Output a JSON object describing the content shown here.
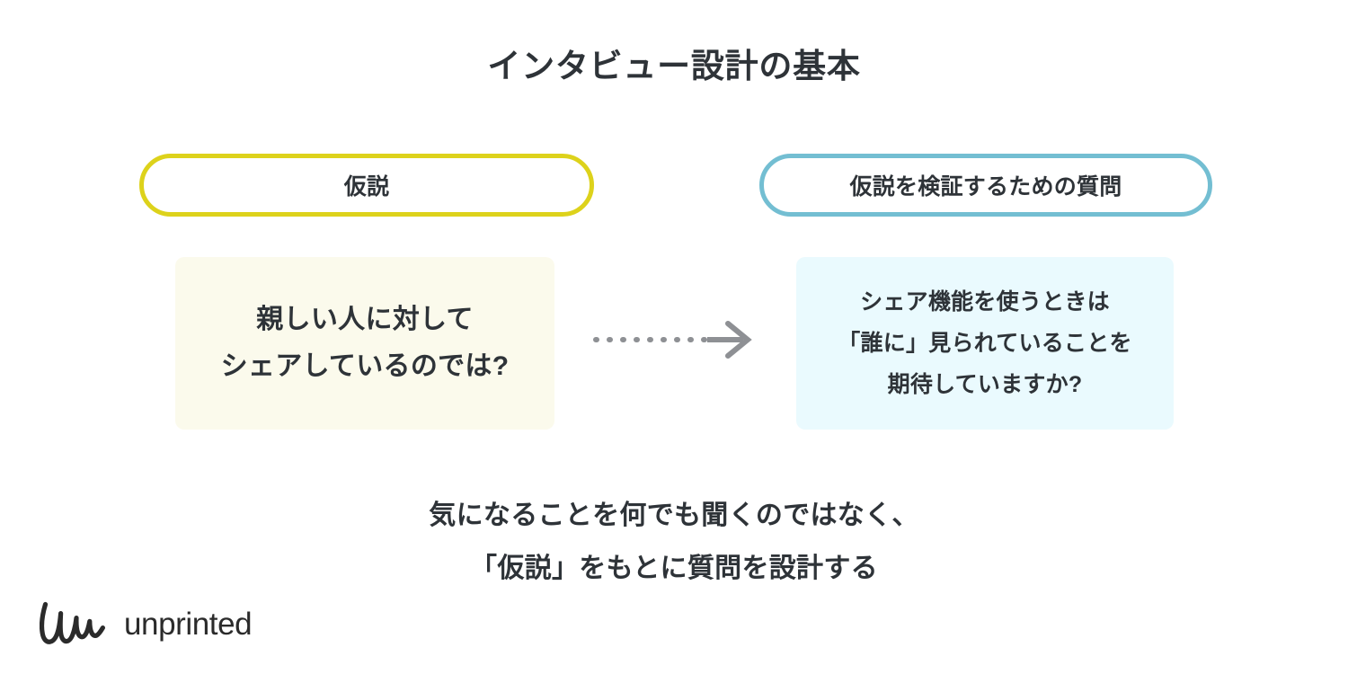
{
  "page": {
    "background": "#ffffff",
    "title": "インタビュー設計の基本"
  },
  "colors": {
    "hypothesis_border": "#ddd21b",
    "hypothesis_fill": "#fbfaec",
    "question_border": "#73bed2",
    "question_fill": "#eafafe",
    "text": "#2e3338",
    "arrow": "#8e9094"
  },
  "columns": {
    "hypothesis": {
      "pill_label": "仮説",
      "card_lines": [
        "親しい人に対して",
        "シェアしているのでは?"
      ]
    },
    "question": {
      "pill_label": "仮説を検証するための質問",
      "card_lines": [
        "シェア機能を使うときは",
        "「誰に」見られていることを",
        "期待していますか?"
      ]
    }
  },
  "arrow": {
    "icon": "dotted-arrow-right-icon",
    "direction": "right",
    "style": "dotted"
  },
  "caption": {
    "lines": [
      "気になることを何でも聞くのではなく、",
      "「仮説」をもとに質問を設計する"
    ]
  },
  "logo": {
    "mark": "unprinted-script-mark-icon",
    "text": "unprinted"
  }
}
